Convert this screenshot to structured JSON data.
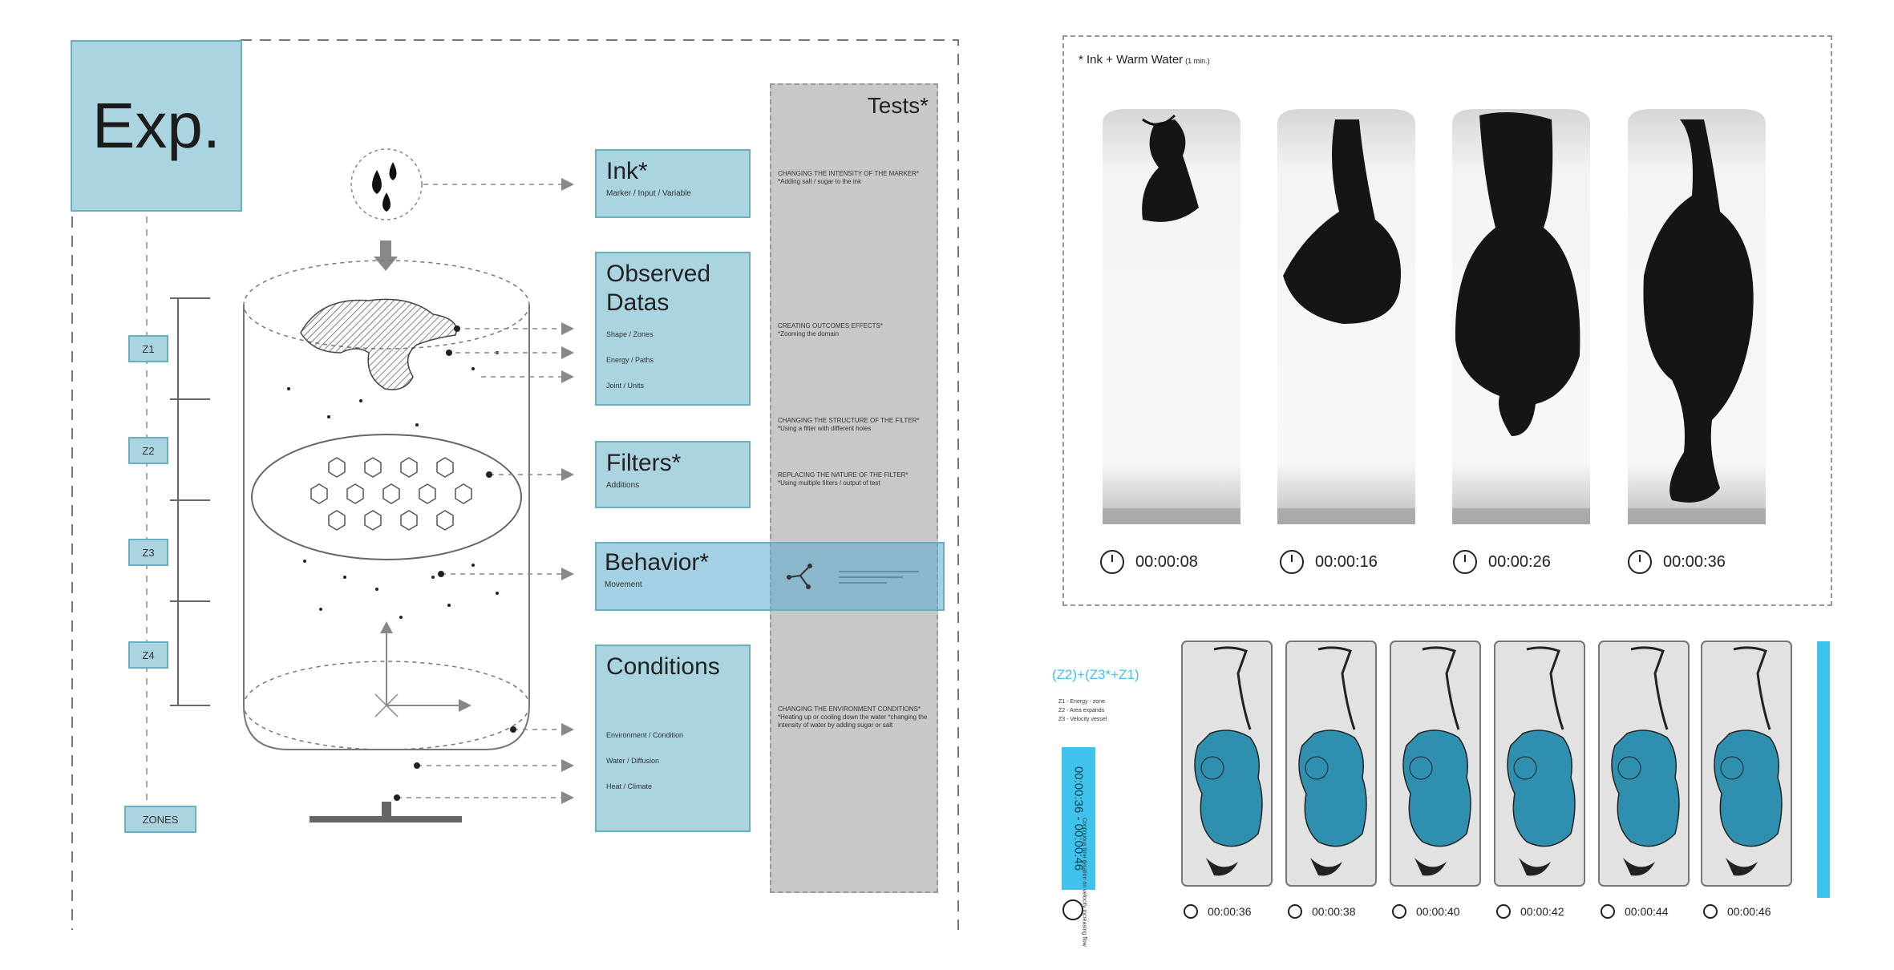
{
  "left_panel": {
    "exp_label": "Exp.",
    "zones": [
      "Z1",
      "Z2",
      "Z3",
      "Z4"
    ],
    "zones_label": "ZONES",
    "tests_title": "Tests*",
    "categories": [
      {
        "title": "Ink*",
        "subtitle": "Marker / Input / Variable",
        "items": []
      },
      {
        "title": "Observed Datas",
        "subtitle": "",
        "items": [
          "Shape / Zones",
          "Energy / Paths",
          "Joint / Units"
        ]
      },
      {
        "title": "Filters*",
        "subtitle": "Additions",
        "items": []
      },
      {
        "title": "Behavior*",
        "subtitle": "Movement",
        "items": []
      },
      {
        "title": "Conditions",
        "subtitle": "",
        "items": [
          "Environment / Condition",
          "Water / Diffusion",
          "Heat / Climate"
        ]
      }
    ],
    "test_notes": [
      {
        "caps": "Changing the intensity of the marker*",
        "detail": "*Adding salt / sugar to the ink"
      },
      {
        "caps": "Creating outcomes effects*",
        "detail": "*Zooming the domain"
      },
      {
        "caps": "Changing the structure of the filter*",
        "detail": "*Using a filter with different holes"
      },
      {
        "caps": "Replacing the nature of the filter*",
        "detail": "*Using multiple filters / output of test"
      },
      {
        "caps": "Changing the environment conditions*",
        "detail": "*Heating up or cooling down the water *changing the intensity of water by adding sugar or salt"
      }
    ]
  },
  "right_top": {
    "heading": "* Ink + Warm Water",
    "heading_sub": "(1 min.)",
    "timestamps": [
      "00:00:08",
      "00:00:16",
      "00:00:26",
      "00:00:36"
    ]
  },
  "right_bottom": {
    "formula": "(Z2)+(Z3*+Z1)",
    "legend": [
      "Z1 - Energy - zone",
      "Z2 - Area expands",
      "Z3 - Velocity vessel"
    ],
    "vertical_range": "00:00:36 - 00:00:46",
    "vertical_note": "Continuous time iteration on velocity increasing flow",
    "timestamps": [
      "00:00:36",
      "00:00:38",
      "00:00:40",
      "00:00:42",
      "00:00:44",
      "00:00:46"
    ]
  },
  "colors": {
    "accent_blue": "#a9d4e0",
    "bright_blue": "#3fc3ec",
    "teal_ink": "#2e8fae",
    "grey_panel": "#c8c8c8"
  }
}
